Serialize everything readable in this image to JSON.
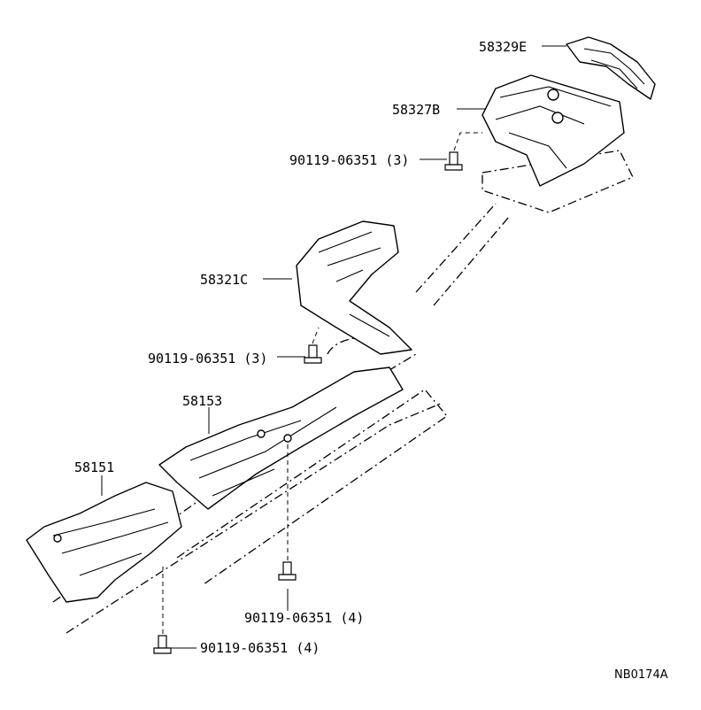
{
  "diagram": {
    "parts": {
      "p58329e": "58329E",
      "p58327b": "58327B",
      "p58321c": "58321C",
      "p58153": "58153",
      "p58151": "58151"
    },
    "bolts": {
      "b1": "90119-06351 (3)",
      "b2": "90119-06351 (3)",
      "b3": "90119-06351 (4)",
      "b4": "90119-06351 (4)"
    },
    "code": "NB0174A"
  }
}
